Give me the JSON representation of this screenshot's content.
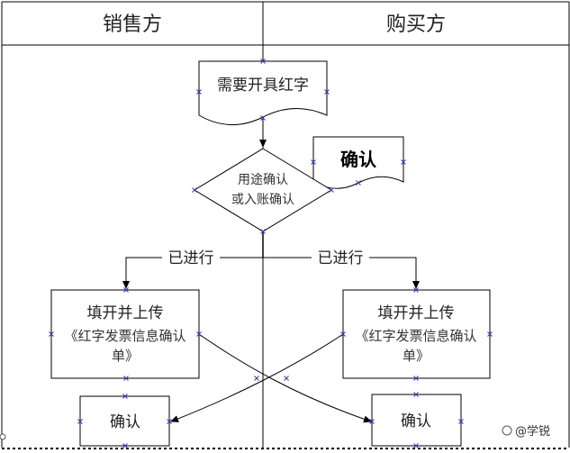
{
  "lanes": {
    "seller": "销售方",
    "buyer": "购买方"
  },
  "nodes": {
    "need_red": "需要开具红字",
    "buyer_confirm_doc": "确认",
    "decision_line1": "用途确认",
    "decision_line2": "或入账确认",
    "left_fill_title": "填开并上传",
    "left_fill_line1": "《红字发票信息确认",
    "left_fill_line2": "单》",
    "right_fill_title": "填开并上传",
    "right_fill_line1": "《红字发票信息确认",
    "right_fill_line2": "单》",
    "left_confirm": "确认",
    "right_confirm": "确认"
  },
  "edges": {
    "left_label": "已进行",
    "right_label": "已进行"
  },
  "watermark": "@学锐",
  "colors": {
    "line": "#000000",
    "marker": "#2a3cc0",
    "text": "#222222"
  }
}
